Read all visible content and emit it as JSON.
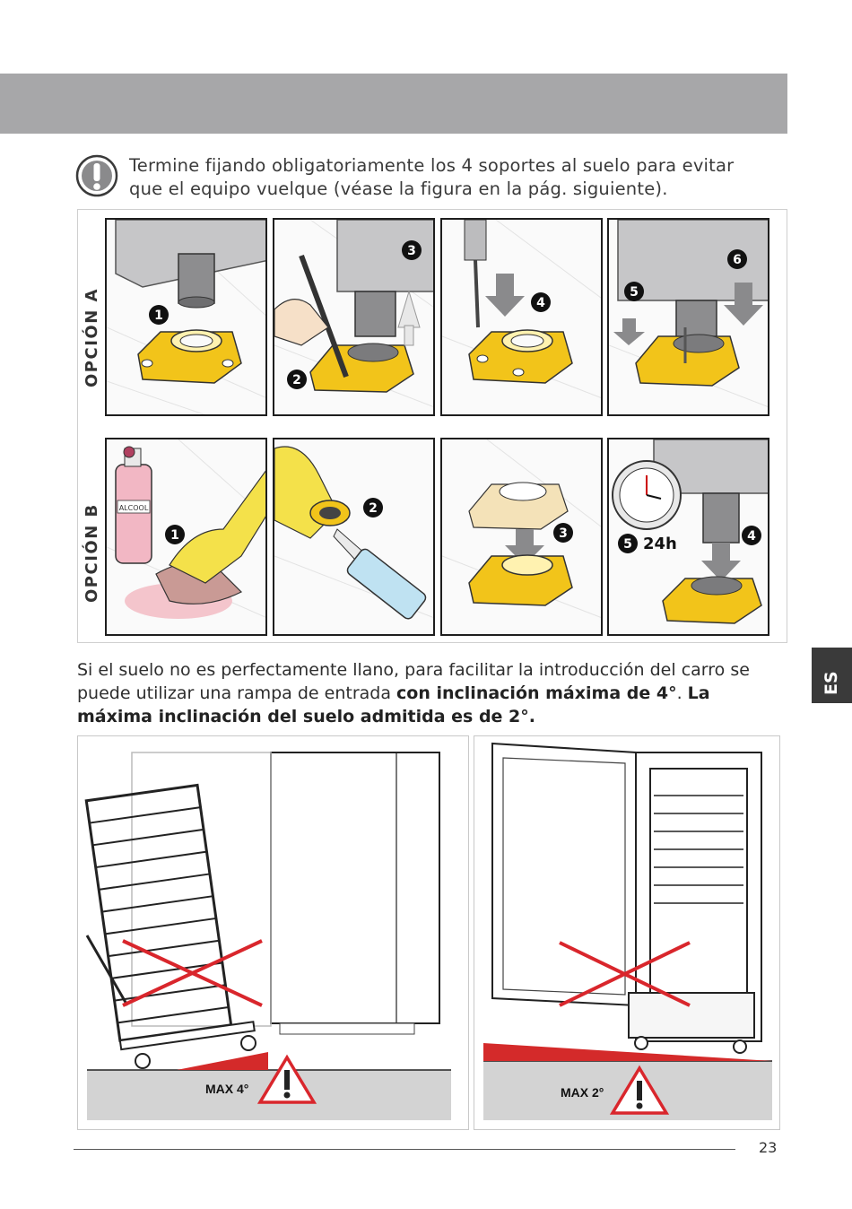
{
  "warning": {
    "icon": "exclamation-circle-icon",
    "line1": "Termine fijando obligatoriamente los 4 soportes al suelo para evitar",
    "line2": "que el equipo vuelque (véase la figura en la pág. siguiente)."
  },
  "options": {
    "a_label": "OPCIÓN A",
    "b_label": "OPCIÓN B",
    "alcohol_label": "ALCOOL",
    "wait_time": "24h",
    "step_numbers": [
      "1",
      "2",
      "3",
      "4",
      "5",
      "6"
    ]
  },
  "side_tab": "ES",
  "paragraph": {
    "part1": "Si el suelo no es perfectamente llano, para facilitar la introducción del carro se puede utilizar una rampa de entrada ",
    "bold1": "con inclinación máxima de 4°",
    "part2": ". ",
    "bold2": "La máxima inclinación del suelo admitida es de 2°."
  },
  "ramp": {
    "left_label": "MAX 4°",
    "right_label": "MAX 2°"
  },
  "colors": {
    "header": "#a7a7a9",
    "foot_yellow": "#f2c41a",
    "warning_red": "#d9262c",
    "ramp_red": "#d42a2a"
  },
  "page_number": "23"
}
